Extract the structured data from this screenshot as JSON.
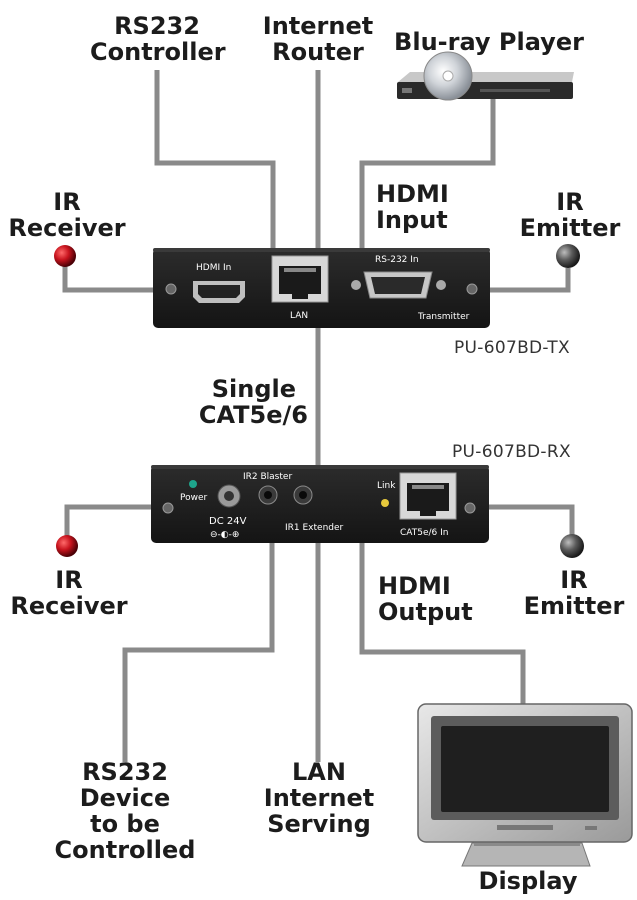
{
  "labels": {
    "rs232_controller": [
      "RS232",
      "Controller"
    ],
    "internet_router": [
      "Internet",
      "Router"
    ],
    "bluray_player": "Blu-ray Player",
    "ir_receiver_top": [
      "IR",
      "Receiver"
    ],
    "hdmi_input": [
      "HDMI",
      "Input"
    ],
    "ir_emitter_top": [
      "IR",
      "Emitter"
    ],
    "single_cat": [
      "Single",
      "CAT5e/6"
    ],
    "ir_receiver_bottom": [
      "IR",
      "Receiver"
    ],
    "hdmi_output": [
      "HDMI",
      "Output"
    ],
    "ir_emitter_bottom": [
      "IR",
      "Emitter"
    ],
    "rs232_device": [
      "RS232",
      "Device",
      "to be",
      "Controlled"
    ],
    "lan_serving": [
      "LAN",
      "Internet",
      "Serving"
    ],
    "display": "Display"
  },
  "transmitter": {
    "model": "PU-607BD-TX",
    "port_hdmi_in": "HDMI In",
    "port_lan": "LAN",
    "port_rs232_in": "RS-232 In",
    "unit_name": "Transmitter"
  },
  "receiver": {
    "model": "PU-607BD-RX",
    "power": "Power",
    "ir2_blaster": "IR2 Blaster",
    "dc_24v": "DC 24V",
    "polarity": "⊖-◐-⊕",
    "ir1_extender": "IR1 Extender",
    "link": "Link",
    "port_cat_in": "CAT5e/6 In"
  },
  "colors": {
    "cable": "#8a8a8a",
    "device_body": "#1e1e1e",
    "ir_receiver": "#c8141e",
    "ir_emitter": "#5a5a5a",
    "power_led": "#1ea58c",
    "link_led": "#e6c83c"
  }
}
